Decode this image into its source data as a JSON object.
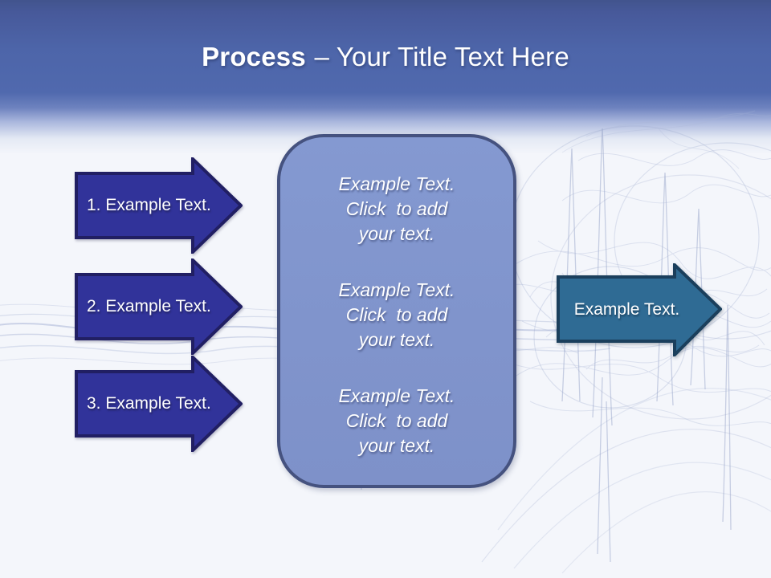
{
  "title": {
    "bold": "Process",
    "rest": "– Your Title Text Here"
  },
  "left_arrows": [
    {
      "label": "1. Example Text."
    },
    {
      "label": "2. Example Text."
    },
    {
      "label": "3. Example Text."
    }
  ],
  "center_panel": {
    "blocks": [
      "Example Text.\nClick  to add\nyour text.",
      "Example Text.\nClick  to add\nyour text.",
      "Example Text.\nClick  to add\nyour text."
    ]
  },
  "right_arrow": {
    "label": "Example Text."
  },
  "colors": {
    "header-top": "#42548d",
    "header-main": "#5069ae",
    "canvas-bg": "#f4f6fb",
    "step-arrow-fill": "#31339a",
    "step-arrow-border": "#211f63",
    "panel-fill": "#8094cc",
    "panel-border": "#45527f",
    "result-arrow-fill": "#2f6b94",
    "result-arrow-border": "#1b3f5c",
    "text-light": "#ffffff"
  }
}
